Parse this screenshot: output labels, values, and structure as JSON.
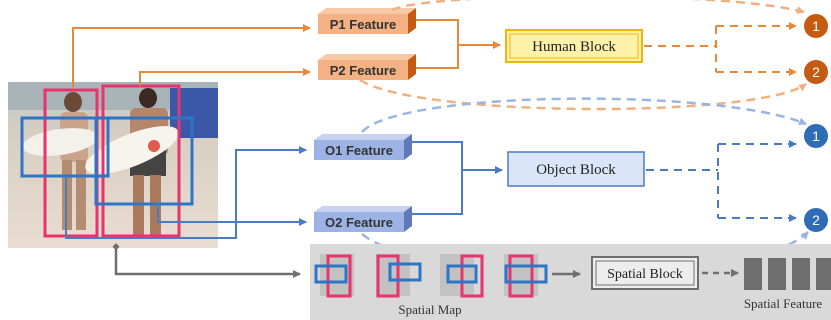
{
  "colors": {
    "human_orange": "#E8893A",
    "person_feature_fill": "#F4B183",
    "person_feature_dark": "#C55A11",
    "human_block_fill": "#FFF2A8",
    "human_block_border": "#F2B40B",
    "object_blue": "#4A7CC4",
    "object_feature_fill": "#9DB3E6",
    "object_feature_dark": "#6078B8",
    "object_block_fill": "#DAE6F7",
    "object_block_border": "#4A7CC4",
    "spatial_gray": "#7F7F7F",
    "spatial_panel": "#D9D9D9",
    "bbox_pink": "#E8336D",
    "bbox_blue": "#2E75C7",
    "out_orange": "#C55A11",
    "out_blue": "#2E6DB5"
  },
  "features": {
    "p1": "P1 Feature",
    "p2": "P2 Feature",
    "o1": "O1 Feature",
    "o2": "O2 Feature"
  },
  "blocks": {
    "human": "Human Block",
    "object": "Object Block",
    "spatial": "Spatial Block"
  },
  "outputs": {
    "human_1": "1",
    "human_2": "2",
    "object_1": "1",
    "object_2": "2"
  },
  "labels": {
    "spatial_map": "Spatial Map",
    "spatial_feature": "Spatial Feature"
  },
  "icons": {
    "photo": "beach-surfers-photo",
    "spatial_map": "spatial-map-icon",
    "spatial_feature": "feature-vector-icon"
  }
}
